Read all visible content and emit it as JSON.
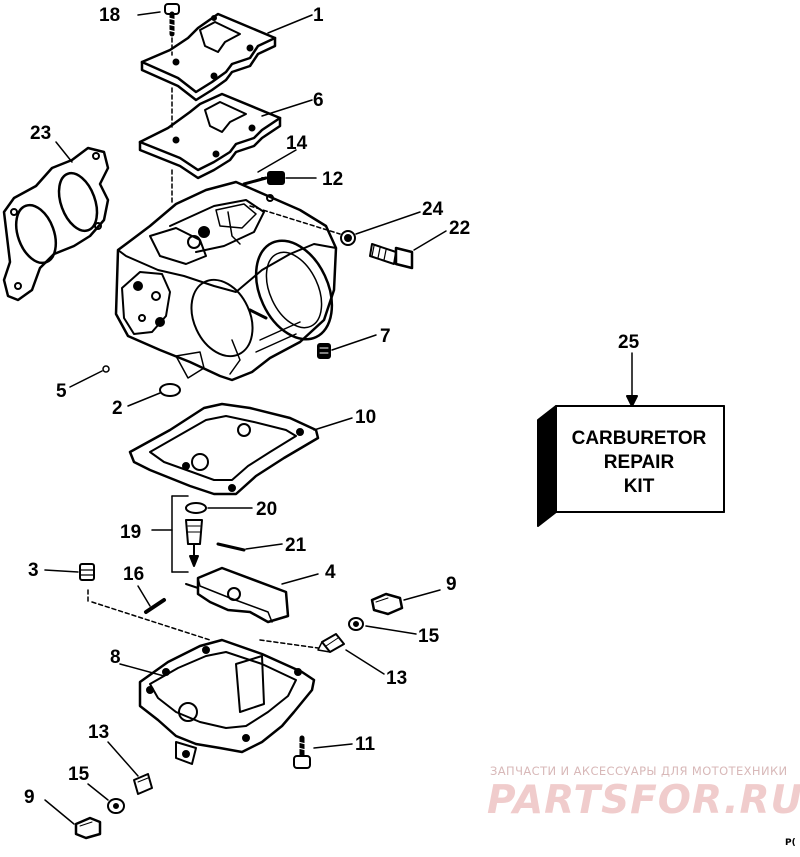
{
  "callouts": {
    "c1": "1",
    "c2": "2",
    "c3": "3",
    "c4": "4",
    "c5": "5",
    "c6": "6",
    "c7": "7",
    "c8": "8",
    "c9a": "9",
    "c9b": "9",
    "c10": "10",
    "c11": "11",
    "c12": "12",
    "c13a": "13",
    "c13b": "13",
    "c14": "14",
    "c15a": "15",
    "c15b": "15",
    "c16": "16",
    "c18": "18",
    "c19": "19",
    "c20": "20",
    "c21": "21",
    "c22": "22",
    "c23": "23",
    "c24": "24",
    "c25": "25"
  },
  "kit_box": {
    "line1": "CARBURETOR",
    "line2": "REPAIR",
    "line3": "KIT"
  },
  "watermark": {
    "tagline": "ЗАПЧАСТИ И АКСЕССУАРЫ ДЛЯ МОТОТЕХНИКИ",
    "logo": "PARTSFOR.RU"
  },
  "corner_mark": "P("
}
